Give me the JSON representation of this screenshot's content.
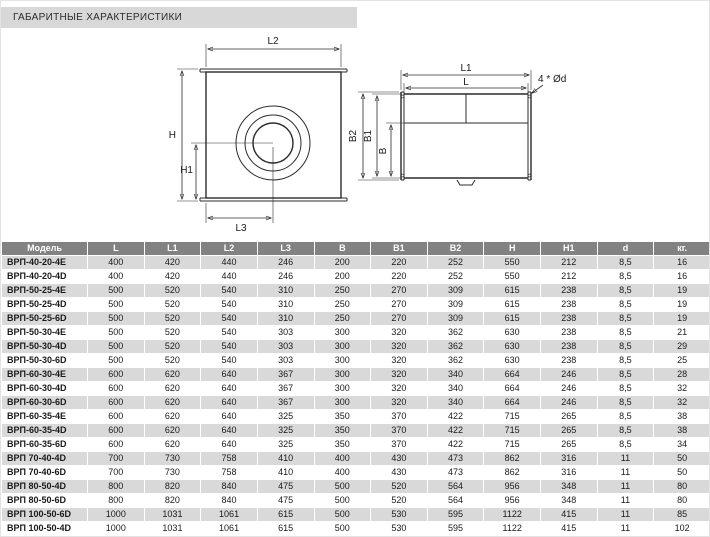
{
  "page": {
    "title_bar": "ГАБАРИТНЫЕ ХАРАКТЕРИСТИКИ"
  },
  "drawing": {
    "front_view": {
      "dim_l2": "L2",
      "dim_h": "H",
      "dim_h1": "H1",
      "dim_l3": "L3"
    },
    "side_view": {
      "dim_l1": "L1",
      "dim_l": "L",
      "dim_b2": "B2",
      "dim_b1": "B1",
      "dim_b": "B",
      "holes_label": "4 * Ød"
    }
  },
  "table": {
    "columns": [
      "Модель",
      "L",
      "L1",
      "L2",
      "L3",
      "B",
      "B1",
      "B2",
      "H",
      "H1",
      "d",
      "кг."
    ],
    "rows": [
      [
        "ВРП-40-20-4E",
        "400",
        "420",
        "440",
        "246",
        "200",
        "220",
        "252",
        "550",
        "212",
        "8,5",
        "16"
      ],
      [
        "ВРП-40-20-4D",
        "400",
        "420",
        "440",
        "246",
        "200",
        "220",
        "252",
        "550",
        "212",
        "8,5",
        "16"
      ],
      [
        "ВРП-50-25-4E",
        "500",
        "520",
        "540",
        "310",
        "250",
        "270",
        "309",
        "615",
        "238",
        "8,5",
        "19"
      ],
      [
        "ВРП-50-25-4D",
        "500",
        "520",
        "540",
        "310",
        "250",
        "270",
        "309",
        "615",
        "238",
        "8,5",
        "19"
      ],
      [
        "ВРП-50-25-6D",
        "500",
        "520",
        "540",
        "310",
        "250",
        "270",
        "309",
        "615",
        "238",
        "8,5",
        "19"
      ],
      [
        "ВРП-50-30-4E",
        "500",
        "520",
        "540",
        "303",
        "300",
        "320",
        "362",
        "630",
        "238",
        "8,5",
        "21"
      ],
      [
        "ВРП-50-30-4D",
        "500",
        "520",
        "540",
        "303",
        "300",
        "320",
        "362",
        "630",
        "238",
        "8,5",
        "29"
      ],
      [
        "ВРП-50-30-6D",
        "500",
        "520",
        "540",
        "303",
        "300",
        "320",
        "362",
        "630",
        "238",
        "8,5",
        "25"
      ],
      [
        "ВРП-60-30-4E",
        "600",
        "620",
        "640",
        "367",
        "300",
        "320",
        "340",
        "664",
        "246",
        "8,5",
        "28"
      ],
      [
        "ВРП-60-30-4D",
        "600",
        "620",
        "640",
        "367",
        "300",
        "320",
        "340",
        "664",
        "246",
        "8,5",
        "32"
      ],
      [
        "ВРП-60-30-6D",
        "600",
        "620",
        "640",
        "367",
        "300",
        "320",
        "340",
        "664",
        "246",
        "8,5",
        "32"
      ],
      [
        "ВРП-60-35-4E",
        "600",
        "620",
        "640",
        "325",
        "350",
        "370",
        "422",
        "715",
        "265",
        "8,5",
        "38"
      ],
      [
        "ВРП-60-35-4D",
        "600",
        "620",
        "640",
        "325",
        "350",
        "370",
        "422",
        "715",
        "265",
        "8,5",
        "38"
      ],
      [
        "ВРП-60-35-6D",
        "600",
        "620",
        "640",
        "325",
        "350",
        "370",
        "422",
        "715",
        "265",
        "8,5",
        "34"
      ],
      [
        "ВРП 70-40-4D",
        "700",
        "730",
        "758",
        "410",
        "400",
        "430",
        "473",
        "862",
        "316",
        "11",
        "50"
      ],
      [
        "ВРП 70-40-6D",
        "700",
        "730",
        "758",
        "410",
        "400",
        "430",
        "473",
        "862",
        "316",
        "11",
        "50"
      ],
      [
        "ВРП 80-50-4D",
        "800",
        "820",
        "840",
        "475",
        "500",
        "520",
        "564",
        "956",
        "348",
        "11",
        "80"
      ],
      [
        "ВРП 80-50-6D",
        "800",
        "820",
        "840",
        "475",
        "500",
        "520",
        "564",
        "956",
        "348",
        "11",
        "80"
      ],
      [
        "ВРП 100-50-6D",
        "1000",
        "1031",
        "1061",
        "615",
        "500",
        "530",
        "595",
        "1122",
        "415",
        "11",
        "85"
      ],
      [
        "ВРП 100-50-4D",
        "1000",
        "1031",
        "1061",
        "615",
        "500",
        "530",
        "595",
        "1122",
        "415",
        "11",
        "102"
      ]
    ]
  },
  "colors": {
    "title_bar_bg": "#d8d8d8",
    "table_header_bg": "#828282",
    "row_alt_bg": "#d9d9d9",
    "row_bg": "#ffffff"
  }
}
